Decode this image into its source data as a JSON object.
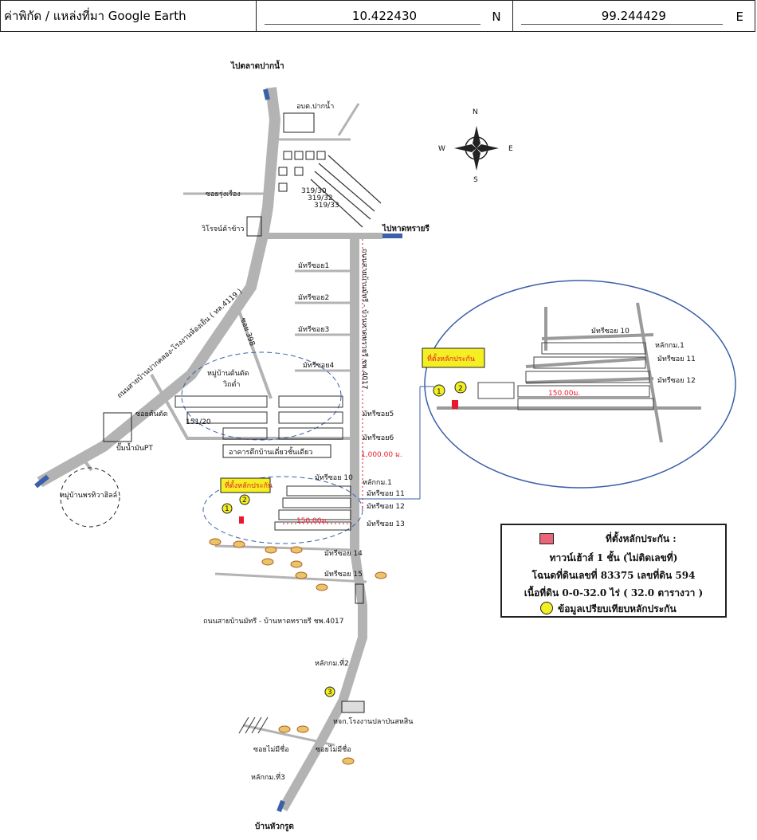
{
  "header": {
    "label": "ค่าพิกัด / แหล่งที่มา Google Earth",
    "latitude": "10.422430",
    "lat_dir": "N",
    "longitude": "99.244429",
    "lon_dir": "E"
  },
  "compass": {
    "n": "N",
    "s": "S",
    "e": "E",
    "w": "W"
  },
  "places": {
    "to_pak_nam": "ไปตลาดปากน้ำ",
    "to_beach": "ไปหาดทรายรี",
    "abt_pak_nam": "อบต.ปากน้ำ",
    "soi_rung_rueang": "ซอยรุ่งเรือง",
    "rice_mill": "วิโรจน์ค้าข้าว",
    "house_319_30": "319/30",
    "house_319_32": "319/32",
    "house_319_33": "319/33",
    "main_road_a": "ถนนสายบ้านปากคลอง-โรงงานห้องเย็น ( ทล.4119 )",
    "soi_398": "ซอย 398",
    "village_ton_tat": "หมู่บ้านต้นตัด",
    "village_ton_tat_2": "วิถต่ำ",
    "soi_ton_tat": "ซอยต้นตัด",
    "house_151_20": "151/20",
    "pt_station": "ปั๊มน้ำมันPT",
    "single_storey": "อาคารตึกบ้านเดี่ยวชั้นเดียว",
    "village_phrathip": "หมู่บ้านพรทิวาฮิลล์",
    "road_vertical": "ถนนสายบ้านมัทรี - บ้านหาดทรายรี ชพ.4017",
    "soi_1": "มัทรีซอย1",
    "soi_2": "มัทรีซอย2",
    "soi_3": "มัทรีซอย3",
    "soi_4": "มัทรีซอย4",
    "soi_5": "มัทรีซอย5",
    "soi_6": "มัทรีซอย6",
    "soi_10": "มัทรีซอย 10",
    "soi_11": "มัทรีซอย 11",
    "soi_12": "มัทรีซอย 12",
    "soi_13": "มัทรีซอย 13",
    "soi_14": "มัทรีซอย 14",
    "soi_15": "มัทรีซอย 15",
    "dist_1000": "1,000.00 ม.",
    "dist_150": "150.00ม.",
    "km_post_1": "หลักกม.1",
    "km_post_2": "หลักกม.ที่2",
    "km_post_3": "หลักกม.ที่3",
    "collateral_tag": "ที่ตั้งหลักประกัน",
    "road_bottom": "ถนนสายบ้านมัทรี - บ้านหาดทรายรี ชพ.4017",
    "factory": "หจก.โรงงานปลาป่นสหสิน",
    "soi_unnamed_1": "ซอยไม่มีชื่อ",
    "soi_unnamed_2": "ซอยไม่มีชื่อ",
    "to_hua_krut": "บ้านหัวกรูด",
    "num_1": "1",
    "num_2": "2",
    "num_3": "3"
  },
  "legend": {
    "title": "ที่ตั้งหลักประกัน :",
    "line1": "ทาวน์เฮ้าส์ 1 ชั้น (ไม่ติดเลขที่)",
    "line2": "โฉนดที่ดินเลขที่ 83375 เลขที่ดิน 594",
    "line3": "เนื้อที่ดิน 0-0-32.0 ไร่ ( 32.0 ตารางวา )",
    "line4": "ข้อมูลเปรียบเทียบหลักประกัน",
    "collateral_color": "#e8657a",
    "comparison_color": "#f3ef22"
  }
}
